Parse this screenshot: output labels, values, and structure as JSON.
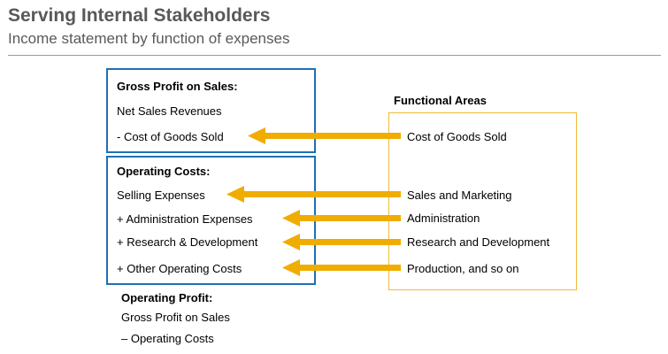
{
  "header": {
    "title": "Serving Internal Stakeholders",
    "subtitle": "Income statement by function of expenses"
  },
  "gross_profit": {
    "heading": "Gross Profit on Sales:",
    "items": [
      "Net Sales Revenues",
      "- Cost of Goods Sold"
    ]
  },
  "operating_costs": {
    "heading": "Operating Costs:",
    "items": [
      "Selling Expenses",
      "+ Administration Expenses",
      "+ Research & Development",
      "+ Other Operating Costs"
    ]
  },
  "functional_areas": {
    "heading": "Functional Areas",
    "items": [
      "Cost of Goods Sold",
      "Sales and Marketing",
      "Administration",
      "Research and Development",
      "Production, and so on"
    ]
  },
  "operating_profit": {
    "heading": "Operating Profit:",
    "items": [
      "Gross Profit on Sales",
      "– Operating Costs"
    ]
  },
  "colors": {
    "box_border": "#1f6fb5",
    "arrow": "#f0ac00",
    "area_border": "#f2b833",
    "title": "#595959"
  }
}
